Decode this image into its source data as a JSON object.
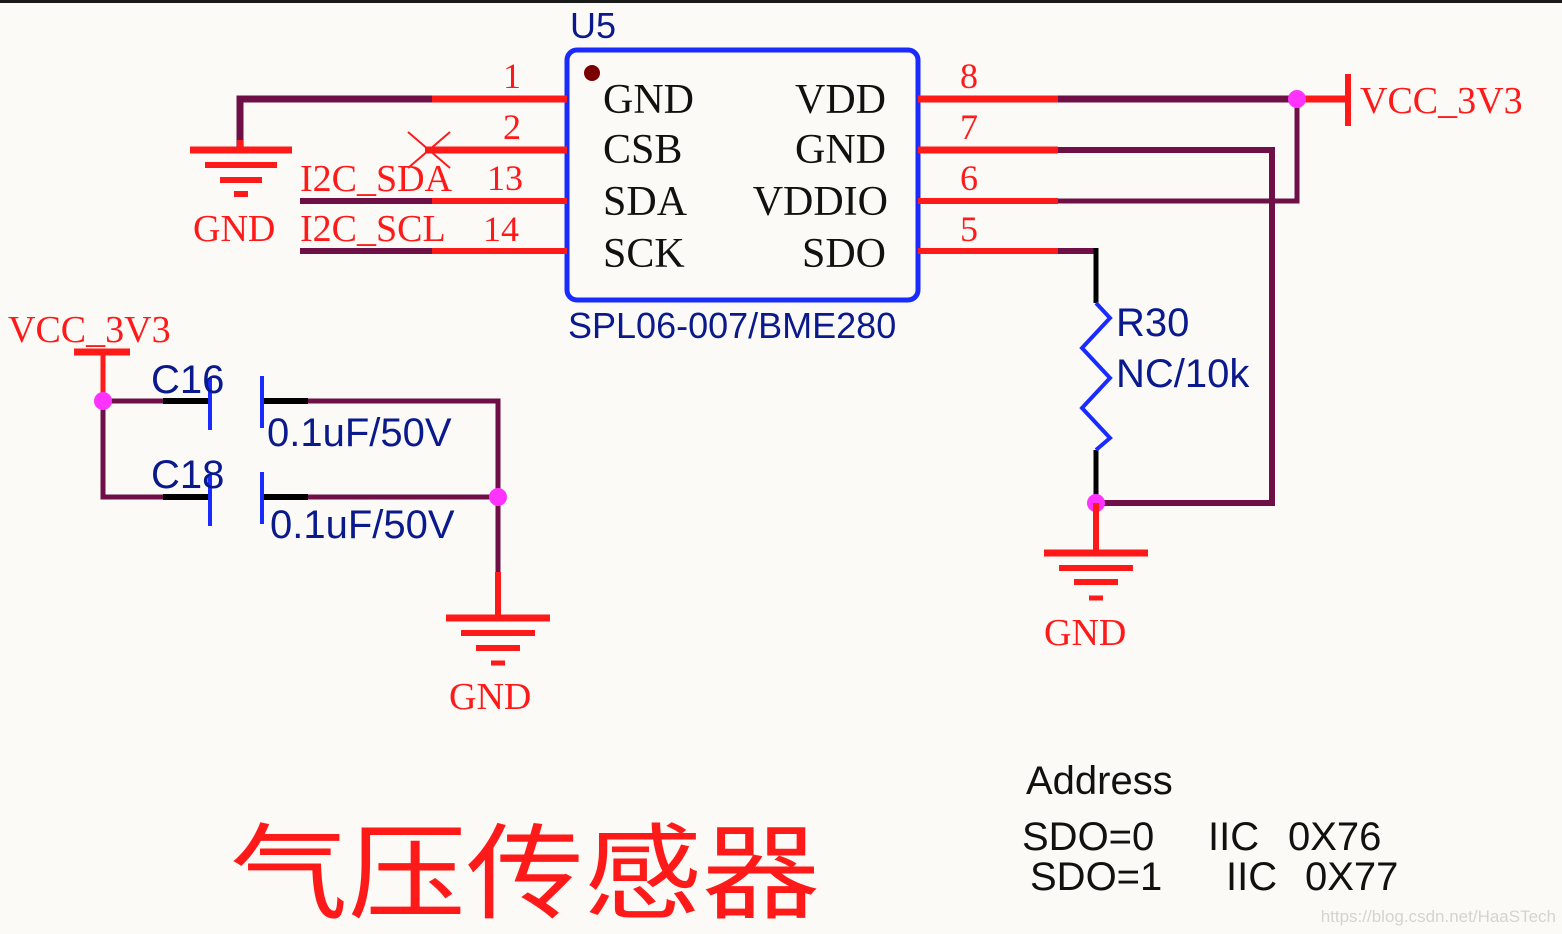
{
  "colors": {
    "pin_line": "#ff1a1a",
    "wire": "#6e0f45",
    "component_outline": "#1a2bff",
    "junction": "#ff33ff",
    "text_dark": "#111111",
    "text_blue": "#0a1a8c",
    "text_red": "#ff1a1a",
    "pin1_marker": "#7a0000",
    "black_lead": "#000000"
  },
  "ic": {
    "designator": "U5",
    "part": "SPL06-007/BME280",
    "left_pins": [
      {
        "num": "1",
        "name": "GND"
      },
      {
        "num": "2",
        "name": "CSB"
      },
      {
        "num": "13",
        "name": "SDA"
      },
      {
        "num": "14",
        "name": "SCK"
      }
    ],
    "right_pins": [
      {
        "num": "8",
        "name": "VDD"
      },
      {
        "num": "7",
        "name": "GND"
      },
      {
        "num": "6",
        "name": "VDDIO"
      },
      {
        "num": "5",
        "name": "SDO"
      }
    ]
  },
  "nets": {
    "i2c_sda": "I2C_SDA",
    "i2c_scl": "I2C_SCL",
    "vcc_right": "VCC_3V3",
    "vcc_left": "VCC_3V3",
    "gnd_left": "GND",
    "gnd_caps": "GND",
    "gnd_resistor": "GND"
  },
  "capacitors": [
    {
      "designator": "C16",
      "value": "0.1uF/50V"
    },
    {
      "designator": "C18",
      "value": "0.1uF/50V"
    }
  ],
  "resistor": {
    "designator": "R30",
    "value": "NC/10k"
  },
  "address_note": {
    "title": "Address",
    "lines": [
      {
        "condition": "SDO=0",
        "bus": "IIC",
        "address": "0X76"
      },
      {
        "condition": "SDO=1",
        "bus": "IIC",
        "address": "0X77"
      }
    ]
  },
  "title": "气压传感器",
  "watermark": "https://blog.csdn.net/HaaSTech"
}
